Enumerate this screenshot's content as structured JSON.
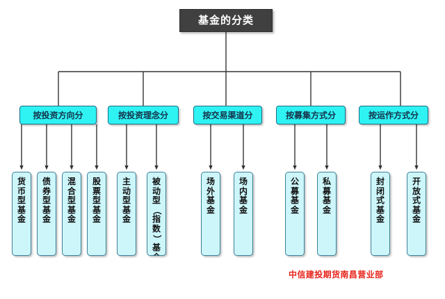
{
  "diagram": {
    "title": "基金的分类",
    "root": {
      "label": "基金的分类"
    },
    "categories": [
      {
        "label": "按投资方向分"
      },
      {
        "label": "按投资理念分"
      },
      {
        "label": "按交易渠道分"
      },
      {
        "label": "按募集方式分"
      },
      {
        "label": "按运作方式分"
      }
    ],
    "leaves": [
      {
        "label": "货币型基金",
        "group": "按投资方向分"
      },
      {
        "label": "债券型基金",
        "group": "按投资方向分"
      },
      {
        "label": "混合型基金",
        "group": "按投资方向分"
      },
      {
        "label": "股票型基金",
        "group": "按投资方向分"
      },
      {
        "label": "主动型基金",
        "group": "按投资理念分"
      },
      {
        "label": "被动型（指数）基金",
        "group": "按投资理念分"
      },
      {
        "label": "场外基金",
        "group": "按交易渠道分"
      },
      {
        "label": "场内基金",
        "group": "按交易渠道分"
      },
      {
        "label": "公募基金",
        "group": "按募集方式分"
      },
      {
        "label": "私募基金",
        "group": "按募集方式分"
      },
      {
        "label": "封闭式基金",
        "group": "按运作方式分"
      },
      {
        "label": "开放式基金",
        "group": "按运作方式分"
      }
    ],
    "footer": {
      "credit": "中信建投期货南昌营业部"
    },
    "colors": {
      "root_fill": "#404040",
      "root_text": "#ffffff",
      "category_fill": "#2ff3f3",
      "category_text": "#14324a",
      "leaf_fill": "#cdf6fb",
      "leaf_text": "#111111",
      "connector": "#333333",
      "footer_text": "#e8251c",
      "background": "#ffffff"
    }
  }
}
